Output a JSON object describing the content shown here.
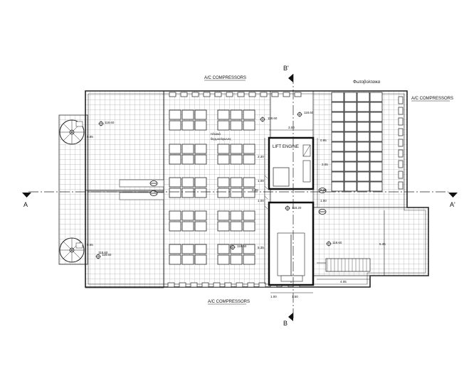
{
  "labels": {
    "ac_top": "A/C COMPRESSORS",
    "ac_right": "A/C COMPRESSORS",
    "ac_bottom": "A/C COMPRESSORS",
    "solar": "Φωτοβολταικα",
    "lift_engine": "LIFT ENGINE",
    "panels_gr_1": "Ηλιακά",
    "panels_gr_2": "θερμοσίφωνες",
    "section_a_left": "A",
    "section_a_right": "A'",
    "section_b_top": "B'",
    "section_b_bottom": "B"
  },
  "dimensions": {
    "d300": "3.00",
    "d230": "2.30",
    "d305": "3.05",
    "d095": "0.95",
    "d035_right": "0.35",
    "d100": "1.00",
    "d035_left": "0.35",
    "d100b": "1.00",
    "d100c": "1.00",
    "d535_left": "5.35",
    "d535_right": "5.35",
    "d405": "4.05",
    "d150": "1.50",
    "d100_bottom": "1.00",
    "d085": "0.85",
    "d065": "0.65"
  },
  "levels": {
    "l1": "118.60",
    "l2": "118.60",
    "l3": "118.60",
    "l4": "118.20",
    "l5": "118.60",
    "l6": "118.60",
    "l7": "118.60",
    "l8": "118.60"
  }
}
